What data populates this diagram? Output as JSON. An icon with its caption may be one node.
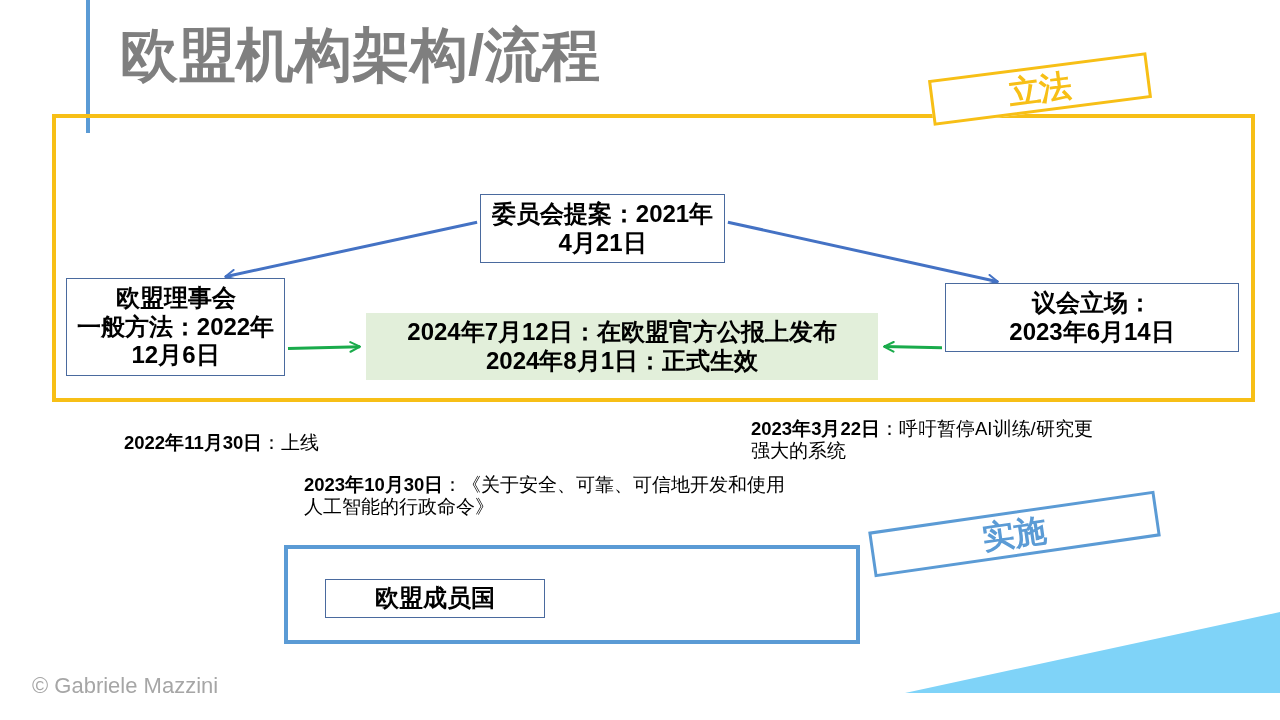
{
  "diagram": {
    "title": "欧盟机构架构/流程",
    "nodes": [
      {
        "text": [],
        "shape": "box"
      },
      {
        "text": [
          "立法"
        ]
      },
      {
        "text": [
          "委员会提案：2021年4月21日"
        ],
        "in": 0
      },
      {
        "text": [
          "欧盟理事会",
          "一般方法：2022年12月6日"
        ],
        "in": 0
      },
      {
        "text": [
          "议会立场：2023年6月14日"
        ],
        "in": 0
      },
      {
        "text": [
          "2024年7月12日：在欧盟官方公报上发布",
          "2024年8月1日：正式生效"
        ],
        "in": 0
      },
      {
        "text": [],
        "shape": "box"
      },
      {
        "text": [
          "实施"
        ]
      },
      {
        "text": [
          "欧盟成员国"
        ],
        "in": 6
      }
    ],
    "edges": [
      {
        "from": 2,
        "to": 3,
        "arrow": "to"
      },
      {
        "from": 2,
        "to": 4,
        "arrow": "to"
      },
      {
        "from": 3,
        "to": 5,
        "arrow": "to",
        "color": "#1aab4b"
      },
      {
        "from": 4,
        "to": 5,
        "arrow": "to",
        "color": "#1aab4b"
      }
    ],
    "labels": [
      "**2022年11月30日**：上线",
      "**2023年3月22日**：呼吁暂停AI训练/研究更强大的系统",
      "**2023年10月30日**：《关于安全、可靠、可信地开发和使用人工智能的行政命令》",
      "© Gabriele Mazzini"
    ]
  }
}
